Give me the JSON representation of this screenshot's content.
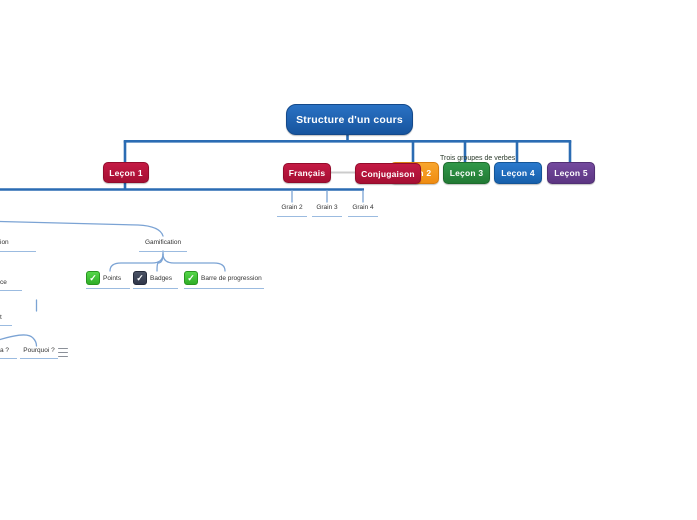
{
  "app": {
    "background": "#ffffff"
  },
  "root_node": {
    "label": "Structure d'un cours",
    "color": "#1d63b5"
  },
  "lessons": [
    {
      "label": "Leçon 1",
      "color": "#b5123d"
    },
    {
      "label": "Leçon 2",
      "color": "#f59b1f",
      "visible_part": "2"
    },
    {
      "label": "Leçon 3",
      "color": "#2a8a3d"
    },
    {
      "label": "Leçon 4",
      "color": "#1e6cbf"
    },
    {
      "label": "Leçon 5",
      "color": "#6a4092"
    }
  ],
  "floating_pair": {
    "francais": {
      "label": "Français",
      "color": "#b5123d"
    },
    "conjugaison": {
      "label": "Conjugaison",
      "color": "#b5123d"
    }
  },
  "annotation": {
    "text": "Trois groupes de verbes"
  },
  "grains": [
    {
      "label": "Grain 2"
    },
    {
      "label": "Grain 3"
    },
    {
      "label": "Grain 4"
    }
  ],
  "gamification": {
    "label": "Gamification",
    "children": [
      {
        "label": "Points",
        "checked": true,
        "checkbox_color": "#3ec132"
      },
      {
        "label": "Badges",
        "checked": true,
        "checkbox_color": "#3b4252"
      },
      {
        "label": "Barre de progression",
        "checked": true,
        "checkbox_color": "#3ec132"
      }
    ]
  },
  "edge_fragments": {
    "top": "ion",
    "middle": "ce",
    "lower": "t",
    "question": "a ?"
  },
  "pourquoi": {
    "label": "Pourquoi ?"
  },
  "icons": {
    "checkmark": "✓"
  },
  "colors": {
    "connector_primary": "#2b6cb3",
    "connector_light": "#7ba3d4",
    "underline": "#9bbbe0",
    "label_text": "#333333",
    "floating_link": "#cccccc"
  }
}
